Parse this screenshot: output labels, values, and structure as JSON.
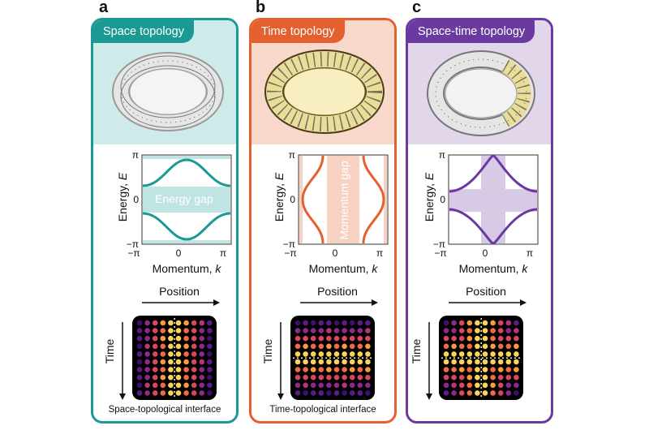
{
  "panels": [
    {
      "letter": "a",
      "title": "Space topology",
      "accent": "#1a9a93",
      "band": "#cfebe9",
      "gap_fill": "#bfe4e2",
      "gap_label": "Energy gap",
      "interface_label": "Space-topological interface",
      "ring": "ruler-loop-icon"
    },
    {
      "letter": "b",
      "title": "Time topology",
      "accent": "#e4602e",
      "band": "#f8d8cb",
      "gap_fill": "#f7d2c2",
      "gap_label": "Momentum gap",
      "interface_label": "Time-topological interface",
      "ring": "film-strip-loop-icon"
    },
    {
      "letter": "c",
      "title": "Space-time topology",
      "accent": "#6b3aa0",
      "band": "#e2d7ea",
      "gap_fill": "#d7cae4",
      "gap_label": "",
      "interface_label": "",
      "ring": "ruler-film-loop-icon"
    }
  ],
  "plot": {
    "y_axis_label": "Energy,",
    "y_axis_var": "E",
    "x_axis_label": "Momentum,",
    "x_axis_var": "k",
    "y_ticks": [
      "π",
      "0",
      "−π"
    ],
    "x_ticks": [
      "−π",
      "0",
      "π"
    ]
  },
  "lattice": {
    "position_label": "Position",
    "time_label": "Time"
  }
}
